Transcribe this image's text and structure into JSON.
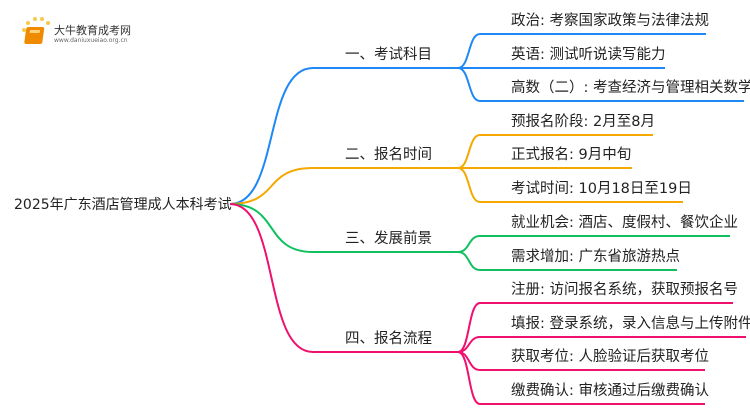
{
  "logo": {
    "title": "大牛教育成考网",
    "url": "www.daniuxueiao.org.cn"
  },
  "root": {
    "label": "2025年广东酒店管理成人本科考试"
  },
  "branches": [
    {
      "label": "一、考试科目",
      "color": "#1e88f5",
      "children": [
        "政治: 考察国家政策与法律法规",
        "英语: 测试听说读写能力",
        "高数（二）: 考查经济与管理相关数学"
      ]
    },
    {
      "label": "二、报名时间",
      "color": "#f5a800",
      "children": [
        "预报名阶段: 2月至8月",
        "正式报名: 9月中旬",
        "考试时间: 10月18日至19日"
      ]
    },
    {
      "label": "三、发展前景",
      "color": "#10c060",
      "children": [
        "就业机会: 酒店、度假村、餐饮企业",
        "需求增加: 广东省旅游热点"
      ]
    },
    {
      "label": "四、报名流程",
      "color": "#f0106e",
      "children": [
        "注册: 访问报名系统，获取预报名号",
        "填报: 登录系统，录入信息与上传附件",
        "获取考位: 人脸验证后获取考位",
        "缴费确认: 审核通过后缴费确认"
      ]
    }
  ]
}
